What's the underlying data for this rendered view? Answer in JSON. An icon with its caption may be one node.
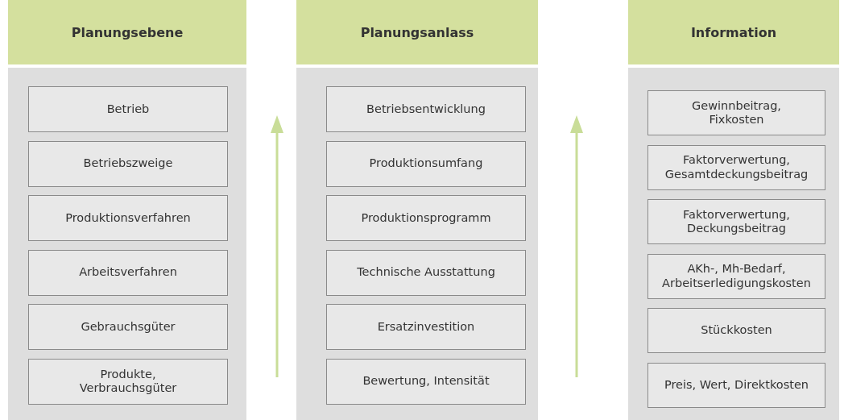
{
  "diagram": {
    "nodes": [
      {
        "text": [
          "Planungsebene"
        ]
      },
      {
        "text": [],
        "shape": "box"
      },
      {
        "text": [
          "Betrieb"
        ],
        "in": 1
      },
      {
        "text": [
          "Betriebszweige"
        ],
        "in": 1
      },
      {
        "text": [
          "Produktionsverfahren"
        ],
        "in": 1
      },
      {
        "text": [
          "Arbeitsverfahren"
        ],
        "in": 1
      },
      {
        "text": [
          "Gebrauchsgüter"
        ],
        "in": 1
      },
      {
        "text": [
          "Produkte, Verbrauchsgüter"
        ],
        "in": 1
      },
      {
        "text": [
          "Planungsanlass"
        ]
      },
      {
        "text": [],
        "shape": "box"
      },
      {
        "text": [
          "Betriebsentwicklung"
        ],
        "in": 9
      },
      {
        "text": [
          "Produktionsumfang"
        ],
        "in": 9
      },
      {
        "text": [
          "Produktionsprogramm"
        ],
        "in": 9
      },
      {
        "text": [
          "Technische Ausstattung"
        ],
        "in": 9
      },
      {
        "text": [
          "Ersatzinvestition"
        ],
        "in": 9
      },
      {
        "text": [
          "Bewertung, Intensität"
        ],
        "in": 9
      },
      {
        "text": [
          "Information"
        ]
      },
      {
        "text": [],
        "shape": "box"
      },
      {
        "text": [
          "Gewinnbeitrag, Fixkosten"
        ],
        "in": 17
      },
      {
        "text": [
          "Faktorverwertung, Gesamtdeckungsbeitrag"
        ],
        "in": 17
      },
      {
        "text": [
          "Faktorverwertung, Deckungsbeitrag"
        ],
        "in": 17
      },
      {
        "text": [
          "AKh-, Mh-Bedarf, Arbeitserledigungskosten"
        ],
        "in": 17
      },
      {
        "text": [
          "Stückkosten"
        ],
        "in": 17
      },
      {
        "text": [
          "Preis, Wert, Direktkosten"
        ],
        "in": 17
      }
    ]
  }
}
